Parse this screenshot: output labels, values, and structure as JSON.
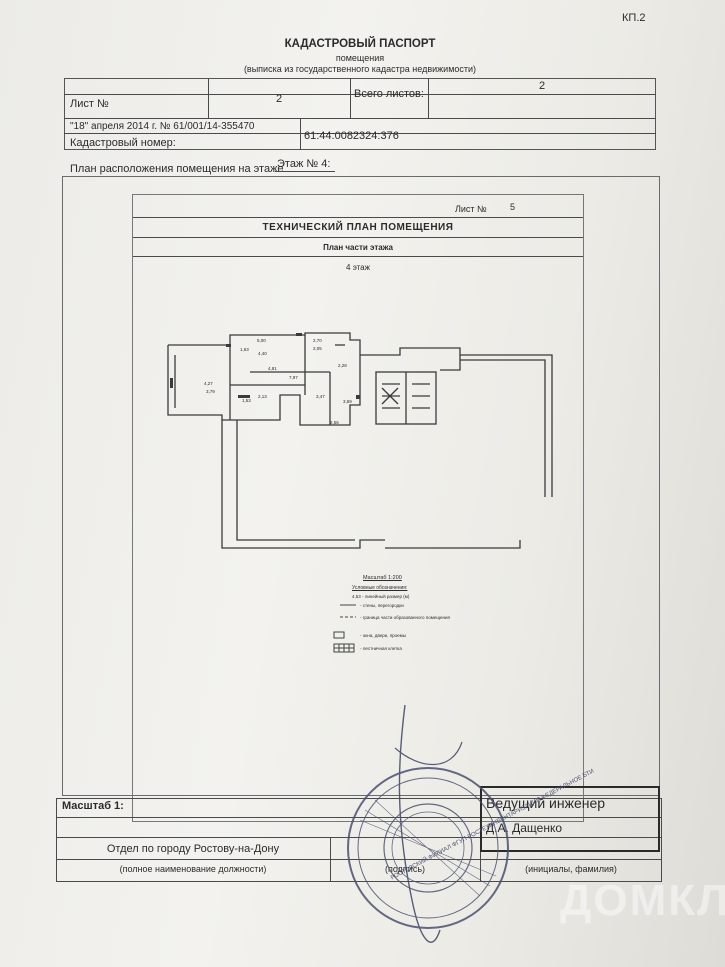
{
  "doc": {
    "form_code": "КП.2",
    "title": "КАДАСТРОВЫЙ ПАСПОРТ",
    "subtitle": "помещения",
    "extract_note": "(выписка из государственного кадастра недвижимости)",
    "sheet_label": "Лист №",
    "sheet_value": "2",
    "sheets_total_label": "Всего листов:",
    "sheets_total_value": "2",
    "date_line": "\"18\" апреля 2014 г. № 61/001/14-355470",
    "cadastral_label": "Кадастровый номер:",
    "cadastral_value": "61:44:0082324:376",
    "plan_location": "План расположения помещения на этаже",
    "floor_label": "Этаж № 4:",
    "inner": {
      "sheet_no_label": "Лист №",
      "sheet_no_value": "5",
      "title": "ТЕХНИЧЕСКИЙ ПЛАН ПОМЕЩЕНИЯ",
      "subtitle": "План части этажа",
      "floor": "4 этаж",
      "scale_text": "Масштаб 1:200",
      "legend_title": "Условные обозначения:",
      "legend_items": [
        "4,53 - линейный размер (м)",
        "- стены, перегородки",
        "- граница части образованного помещения",
        "- окна, двери, проемы",
        "- лестничная клетка"
      ]
    },
    "scale_label": "Масштаб 1:",
    "department": "Отдел по городу Ростову-на-Дону",
    "position_caption": "(полное наименование должности)",
    "signature_caption": "(подпись)",
    "initials_caption": "(инициалы, фамилия)",
    "engineer_title": "Ведущий инженер",
    "engineer_name": "Д.А. Дащенко",
    "stamp_text": "РОСТОВСКИЙ ФИЛИАЛ ФГУП РОСТЕХИНВЕНТАРИЗАЦИЯ ФЕДЕРАЛЬНОЕ БТИ",
    "watermark": "ДОМКЛИК",
    "room_labels": [
      "5,00",
      "4,40",
      "2,70",
      "2,05",
      "4,27",
      "3,79",
      "4,81",
      "7,97",
      "2,13",
      "1,53",
      "3,47",
      "2,56",
      "3,69",
      "1,63",
      "2,28"
    ]
  },
  "colors": {
    "paper": "#f0efeb",
    "ink": "#2b2b2b",
    "stamp": "#4a5170"
  }
}
